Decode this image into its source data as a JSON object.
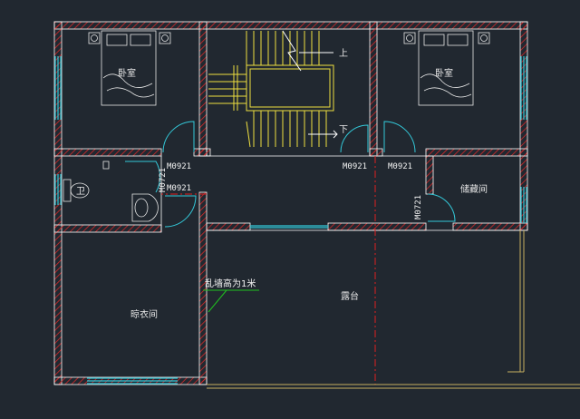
{
  "drawing": {
    "colors": {
      "background": "#212830",
      "wall_outline": "#ffffff",
      "wall_hatch": "#d62828",
      "window": "#33c8d8",
      "door_swing": "#33c8d8",
      "stair": "#f0e040",
      "axis": "#e02020",
      "annotation": "#20c020",
      "railing": "#c8b060"
    },
    "rooms": {
      "bedroom_left": "卧室",
      "bedroom_right": "卧室",
      "bathroom": "卫",
      "storage": "储藏间",
      "laundry": "晾衣间",
      "terrace": "露台"
    },
    "stairs": {
      "up": "上",
      "down": "下"
    },
    "door_tags": {
      "stair_right": "M0921",
      "bath_top": "M0921",
      "bath_side_vertical": "M0721",
      "bath_inner": "M0921",
      "bedroom_right": "M0921",
      "storage_vertical": "M0721"
    },
    "notes": {
      "parapet": "乱墙高为1米"
    }
  }
}
